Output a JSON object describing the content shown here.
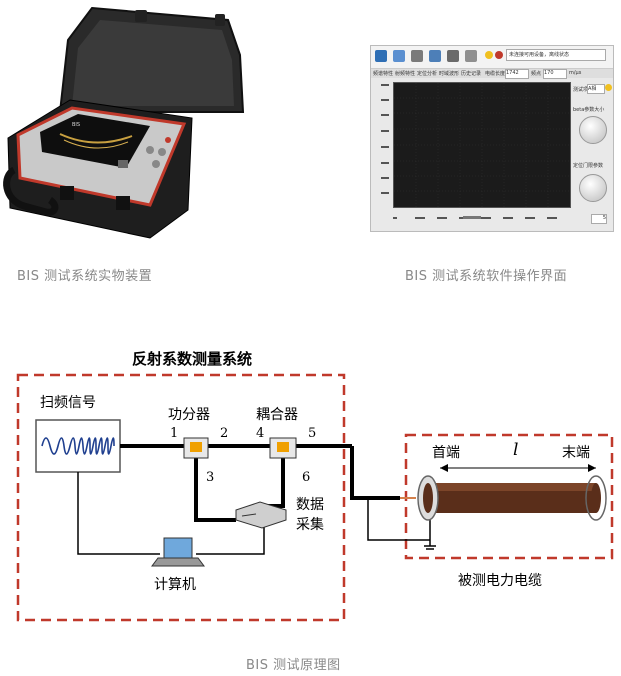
{
  "photos": {
    "device_caption": "BIS 测试系统实物装置",
    "software_caption": "BIS 测试系统软件操作界面"
  },
  "software": {
    "status_field": "未连接可用设备，离线状态",
    "tabs": [
      "频谱特性",
      "射频特性",
      "定位分析",
      "时域波形",
      "历史记录"
    ],
    "param1_label": "电缆长度",
    "param1_value": "1742",
    "param2_label": "频点",
    "param2_value": "170",
    "param2_unit": "m/μs",
    "side_label1": "测试项",
    "side_select": "A相",
    "knob1_label": "beta参数大小",
    "knob2_label": "定位门限参数",
    "spin_value": "5"
  },
  "diagram": {
    "system_title": "反射系数测量系统",
    "signal_label": "扫频信号",
    "splitter_label": "功分器",
    "coupler_label": "耦合器",
    "port1": "1",
    "port2": "2",
    "port3": "3",
    "port4": "4",
    "port5": "5",
    "port6": "6",
    "daq_label_1": "数据",
    "daq_label_2": "采集",
    "computer_label": "计算机",
    "cable_head": "首端",
    "cable_tail": "末端",
    "length_symbol": "l",
    "cable_label": "被测电力电缆",
    "caption": "BIS 测试原理图"
  }
}
